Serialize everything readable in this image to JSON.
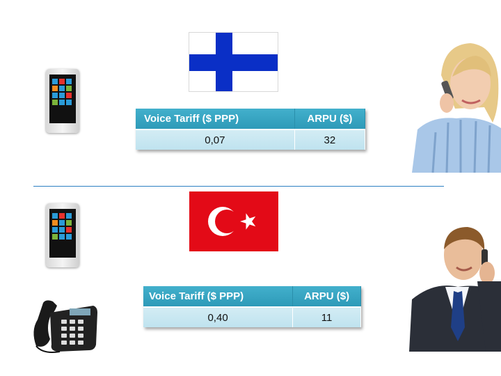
{
  "slide": {
    "table_finland": {
      "headers": [
        "Voice Tariff ($ PPP)",
        "ARPU ($)"
      ],
      "values": [
        "0,07",
        "32"
      ]
    },
    "table_turkey": {
      "headers": [
        "Voice Tariff ($ PPP)",
        "ARPU ($)"
      ],
      "values": [
        "0,40",
        "11"
      ]
    }
  },
  "icons": [
    "mobile-phone-icon",
    "desk-phone-icon",
    "finland-flag",
    "turkey-flag",
    "woman-on-phone-photo",
    "man-on-phone-photo"
  ],
  "colors": {
    "table_header": "#33a3c1",
    "table_cell": "#c9e7f1",
    "divider": "#2c7fc2",
    "finland_blue": "#0a2fc6",
    "turkey_red": "#e30a17"
  }
}
